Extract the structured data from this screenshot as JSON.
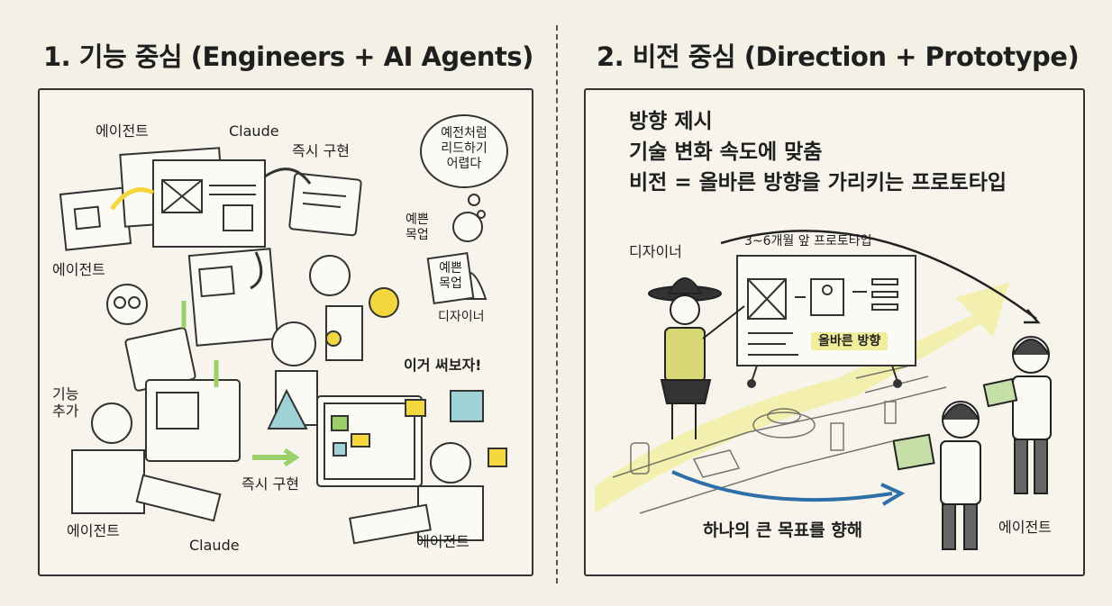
{
  "left": {
    "heading": "1. 기능 중심 (Engineers + AI Agents)",
    "labels": {
      "agent_top": "에이전트",
      "claude_top": "Claude",
      "instant_top": "즉시 구현",
      "agent_left": "에이전트",
      "feature_add": "기능\n추가",
      "agent_bottom": "에이전트",
      "claude_bottom": "Claude",
      "instant_bottom": "즉시 구현",
      "agent_right": "에이전트",
      "try_this": "이거 써보자!",
      "thought_bubble": "예전처럼\n리드하기\n어렵다",
      "pretty_mockup": "예쁜\n목업",
      "pretty_mockup_sign": "예쁜\n목업",
      "designer": "디자이너"
    }
  },
  "right": {
    "heading": "2. 비전 중심 (Direction + Prototype)",
    "points": [
      "방향 제시",
      "기술 변화 속도에 맞춤",
      "비전 = 올바른 방향을 가리키는 프로토타입"
    ],
    "labels": {
      "designer": "디자이너",
      "prototype_ahead": "3~6개월 앞 프로토타입",
      "right_direction": "올바른 방향",
      "one_goal": "하나의 큰 목표를 향해",
      "agent": "에이전트"
    }
  },
  "colors": {
    "background": "#f3f0e6",
    "highlight": "#f1ed9a",
    "yellow": "#f4d63e",
    "green": "#9bcf6a",
    "teal": "#9ed2d6",
    "blue": "#2e6fa8"
  }
}
